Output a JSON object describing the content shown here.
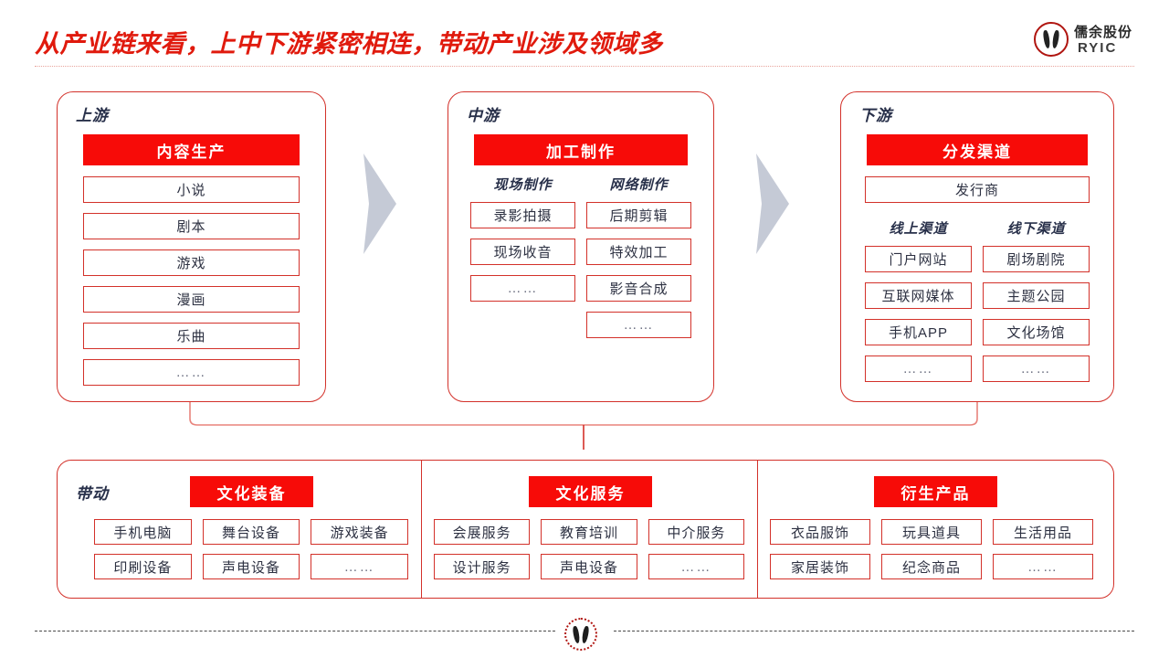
{
  "header": {
    "title": "从产业链来看，上中下游紧密相连，带动产业涉及领域多",
    "logo": {
      "cn": "儒余股份",
      "en": "RYIC"
    }
  },
  "stages": [
    {
      "label": "上游",
      "banner": "内容生产",
      "items": [
        "小说",
        "剧本",
        "游戏",
        "漫画",
        "乐曲",
        "……"
      ]
    },
    {
      "label": "中游",
      "banner": "加工制作",
      "subheads": [
        "现场制作",
        "网络制作"
      ],
      "columns": [
        [
          "录影拍摄",
          "现场收音",
          "……"
        ],
        [
          "后期剪辑",
          "特效加工",
          "影音合成",
          "……"
        ]
      ]
    },
    {
      "label": "下游",
      "banner": "分发渠道",
      "solo": "发行商",
      "subheads": [
        "线上渠道",
        "线下渠道"
      ],
      "columns": [
        [
          "门户网站",
          "互联网媒体",
          "手机APP",
          "……"
        ],
        [
          "剧场剧院",
          "主题公园",
          "文化场馆",
          "……"
        ]
      ]
    }
  ],
  "bottom": {
    "label": "带动",
    "groups": [
      {
        "banner": "文化装备",
        "rows": [
          [
            "手机电脑",
            "舞台设备",
            "游戏装备"
          ],
          [
            "印刷设备",
            "声电设备",
            "……"
          ]
        ]
      },
      {
        "banner": "文化服务",
        "rows": [
          [
            "会展服务",
            "教育培训",
            "中介服务"
          ],
          [
            "设计服务",
            "声电设备",
            "……"
          ]
        ]
      },
      {
        "banner": "衍生产品",
        "rows": [
          [
            "衣品服饰",
            "玩具道具",
            "生活用品"
          ],
          [
            "家居装饰",
            "纪念商品",
            "……"
          ]
        ]
      }
    ]
  },
  "colors": {
    "brand_red": "#f70b08",
    "border_red": "#d3312a",
    "title_red": "#e01a0d",
    "navy": "#28304a",
    "arrow_grey": "#c5cad6"
  }
}
